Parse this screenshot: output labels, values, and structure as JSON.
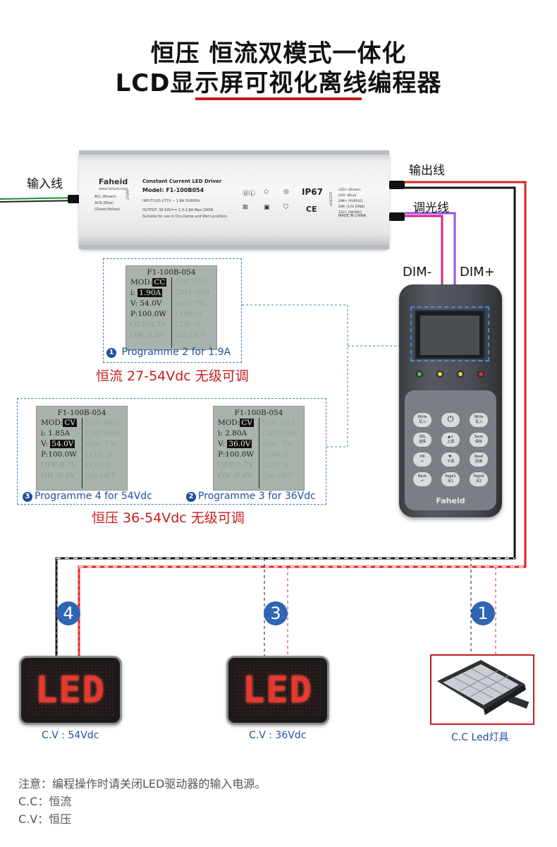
{
  "title": {
    "line1": "恒压 恒流双模式一体化",
    "line2": "LCD显示屏可视化离线编程器"
  },
  "labels": {
    "input_wire": "输入线",
    "output_wire": "输出线",
    "dimming_wire": "调光线",
    "dim_minus": "DIM-",
    "dim_plus": "DIM+"
  },
  "driver": {
    "brand": "Faheid",
    "brand_sub": "www.faheid.com",
    "input_wires": [
      "ACL (Brown)",
      "ACN (Blue)",
      "(Green/Yellow)"
    ],
    "title_line": "Constant Current LED Driver",
    "model_line": "Model: F1-100B054",
    "input_spec": "INPUT:100-277V ~ 1.8A    50/60Hz",
    "output_spec": "OUTPUT: 36-54V== 1.3-2.8A  Max.100W",
    "usage": "Suitable for use in Dry,Damp and Wet Locations",
    "ip_rating": "IP67",
    "ce_mark": "CE",
    "output_wires": [
      "LED+ (Brown)",
      "LED- (Blue)",
      "DIM+ (PURPLE)",
      "DIM- /12V (PINK)",
      "12V+ (BK/WH)"
    ],
    "made_in": "MADE IN CHINA",
    "input_side": "INPUT",
    "output_side": "OUTPUT"
  },
  "screens": [
    {
      "header": "F1-100B-054",
      "rows": [
        {
          "label": "MOD:",
          "value": "CC",
          "right": "SOF:003",
          "inverted": true
        },
        {
          "label": "i:",
          "value": "1.90A",
          "right": "CMP:060",
          "inverted": true
        },
        {
          "label": "V:",
          "value": "54.0V",
          "right": "min: 7%",
          "inverted": false
        },
        {
          "label": "P:",
          "value": "100.0W",
          "right": "LON: 0",
          "inverted": false
        },
        {
          "label": "OFF:",
          "value": "0.7V",
          "right": "LOF: 0",
          "inverted": false
        },
        {
          "label": "ON :",
          "value": "0.8V",
          "right": "tim:OFF",
          "inverted": false
        }
      ],
      "caption_num": "1",
      "caption": "Programme 2 for 1.9A"
    },
    {
      "header": "F1-100B-054",
      "rows": [
        {
          "label": "MOD:",
          "value": "CV",
          "right": "SOF:003",
          "inverted": true
        },
        {
          "label": "i:",
          "value": "1.85A",
          "right": "CMP:060",
          "inverted": false
        },
        {
          "label": "V:",
          "value": "54.0V",
          "right": "min: 7%",
          "inverted": true
        },
        {
          "label": "P:",
          "value": "100.0W",
          "right": "LON: 0",
          "inverted": false
        },
        {
          "label": "OFF:",
          "value": "0.7V",
          "right": "LOF: 0",
          "inverted": false
        },
        {
          "label": "ON :",
          "value": "0.8V",
          "right": "tim:OFF",
          "inverted": false
        }
      ],
      "caption_num": "3",
      "caption": "Programme 4 for 54Vdc"
    },
    {
      "header": "F1-100B-054",
      "rows": [
        {
          "label": "MOD:",
          "value": "CV",
          "right": "SOF:003",
          "inverted": true
        },
        {
          "label": "i:",
          "value": "2.80A",
          "right": "CMP:060",
          "inverted": false
        },
        {
          "label": "V:",
          "value": "36.0V",
          "right": "min: 7%",
          "inverted": true
        },
        {
          "label": "P:",
          "value": "100.0W",
          "right": "LON: 0",
          "inverted": false
        },
        {
          "label": "OFF:",
          "value": "0.7V",
          "right": "LOF: 0",
          "inverted": false
        },
        {
          "label": "ON :",
          "value": "0.8V",
          "right": "tim:OFF",
          "inverted": false
        }
      ],
      "caption_num": "2",
      "caption": "Programme 3 for 36Vdc"
    }
  ],
  "cc_range": "恒流 27-54Vdc 无级可调",
  "cv_range": "恒压 36-54Vdc 无级可调",
  "remote": {
    "keys": [
      [
        "Write\n写入",
        "power",
        "Write\n写入"
      ],
      [
        "SEL\n选择",
        "▲+\n上调",
        "Save\n保存"
      ],
      [
        "OK\n↵",
        "▼-\n下调",
        "Read\n回读"
      ],
      [
        "Back\n↶",
        "Page1\n页1",
        "Page2\n页2"
      ]
    ],
    "logo": "Faheid",
    "indicator_colors": [
      "#4cc24c",
      "#e8d23a",
      "#e8d23a",
      "#d8302a"
    ]
  },
  "outputs": [
    {
      "num": "4",
      "display": "LED",
      "caption": "C.V : 54Vdc"
    },
    {
      "num": "3",
      "display": "LED",
      "caption": "C.V : 36Vdc"
    },
    {
      "num": "1",
      "display": "",
      "caption": "C.C  Led灯具"
    }
  ],
  "notes": [
    "注意：编程操作时请关闭LED驱动器的输入电源。",
    "C.C：恒流",
    "C.V：恒压"
  ],
  "colors": {
    "accent_red": "#c81e1e",
    "accent_blue": "#1f4e9e",
    "dim_minus_wire": "#e0208a",
    "dim_plus_wire": "#9b4fe0"
  }
}
